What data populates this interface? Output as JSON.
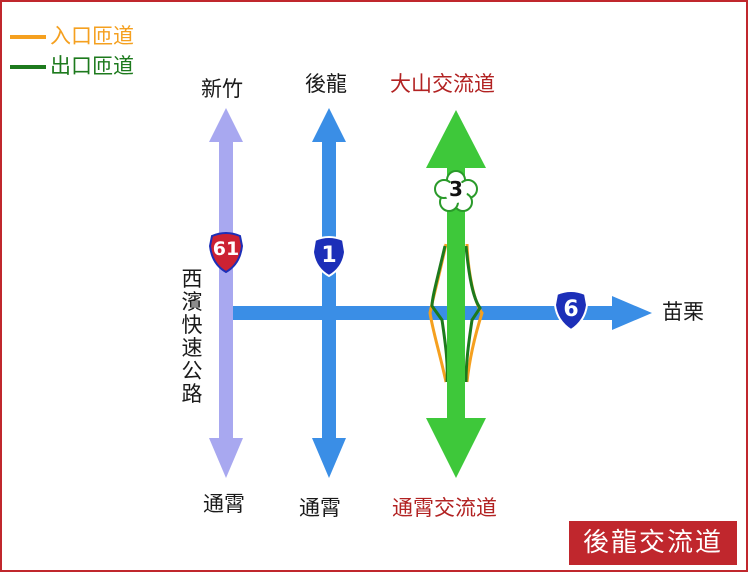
{
  "legend": {
    "entrance": {
      "label": "入口匝道",
      "color": "#f5a01f"
    },
    "exit": {
      "label": "出口匝道",
      "color": "#1d7a1d"
    }
  },
  "roads": {
    "route61": {
      "number": "61",
      "north_label": "新竹",
      "south_label": "通霄",
      "side_label_chars": [
        "西",
        "濱",
        "快",
        "速",
        "公",
        "路"
      ],
      "color": "#a8a8f0",
      "shield_color": "#cc2233"
    },
    "route1": {
      "number": "1",
      "north_label": "後龍",
      "south_label": "通霄",
      "color": "#3a8ee6",
      "shield_color": "#1c2fb8"
    },
    "route3": {
      "number": "3",
      "north_label": "大山交流道",
      "south_label": "通霄交流道",
      "color": "#3ec83a"
    },
    "route6": {
      "number": "6",
      "east_label": "苗栗",
      "color": "#3a8ee6",
      "shield_color": "#1c2fb8"
    }
  },
  "title": "後龍交流道",
  "colors": {
    "frame": "#c0272d",
    "label_red": "#b22222"
  }
}
